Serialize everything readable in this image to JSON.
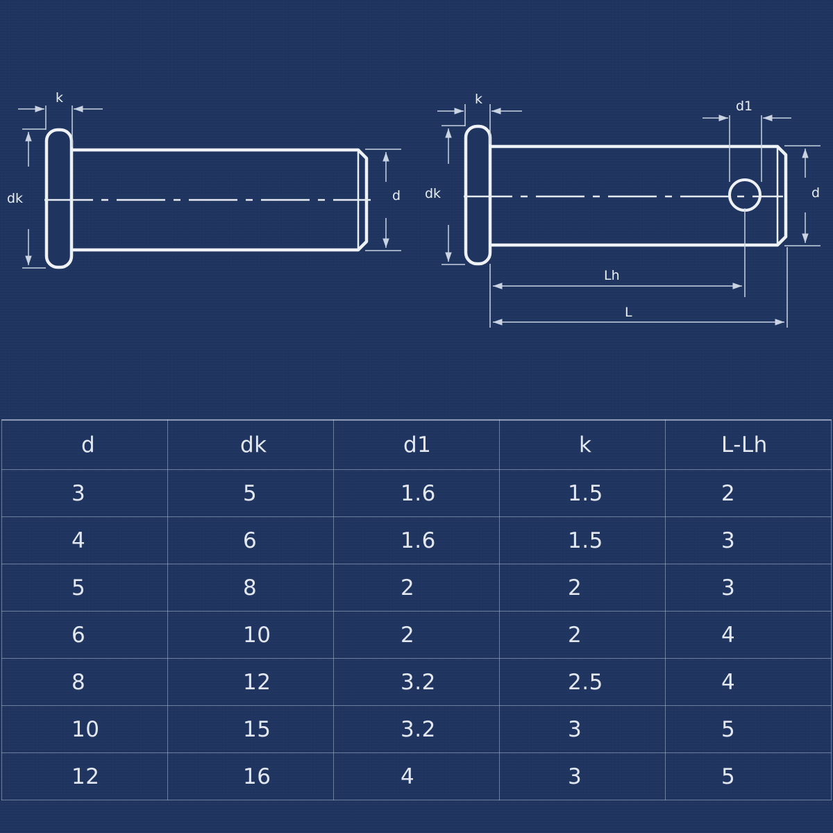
{
  "drawing": {
    "left_pin": {
      "k_label": "k",
      "dk_label": "dk",
      "d_label": "d"
    },
    "right_pin": {
      "k_label": "k",
      "d1_label": "d1",
      "dk_label": "dk",
      "d_label": "d",
      "lh_label": "Lh",
      "l_label": "L"
    }
  },
  "table": {
    "headers": [
      "d",
      "dk",
      "d1",
      "k",
      "L-Lh"
    ],
    "rows": [
      [
        "3",
        "5",
        "1.6",
        "1.5",
        "2"
      ],
      [
        "4",
        "6",
        "1.6",
        "1.5",
        "3"
      ],
      [
        "5",
        "8",
        "2",
        "2",
        "3"
      ],
      [
        "6",
        "10",
        "2",
        "2",
        "4"
      ],
      [
        "8",
        "12",
        "3.2",
        "2.5",
        "4"
      ],
      [
        "10",
        "15",
        "3.2",
        "3",
        "5"
      ],
      [
        "12",
        "16",
        "4",
        "3",
        "5"
      ]
    ]
  },
  "colors": {
    "background": "#1f3560",
    "lines": "#e9eef5"
  }
}
